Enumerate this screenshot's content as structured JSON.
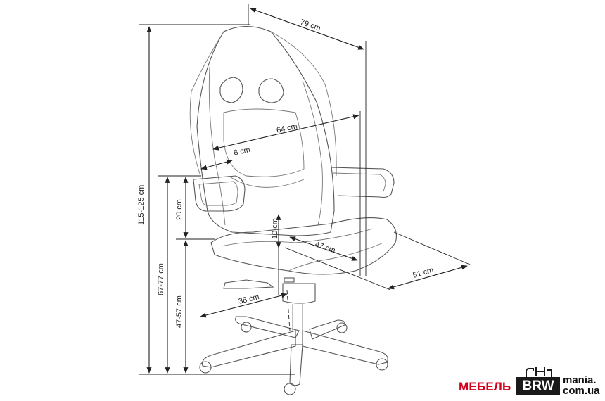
{
  "dimensions": {
    "width_total": "79 cm",
    "height_total": "115-125 cm",
    "seat_width": "64 cm",
    "armrest_width": "6 cm",
    "armrest_height": "20 cm",
    "seat_depth": "47 cm",
    "base_depth": "51 cm",
    "seat_thickness": "10 cm",
    "armrest_floor_height": "67-77 cm",
    "seat_floor_height": "47-57 cm",
    "base_radius": "38 cm"
  },
  "brand": {
    "left": "МЕБЕЛЬ",
    "box": "BRW",
    "right_top": "mania.",
    "right_bottom": "com.ua",
    "colors": {
      "red": "#d0021b",
      "dark": "#1a1a1a"
    }
  }
}
